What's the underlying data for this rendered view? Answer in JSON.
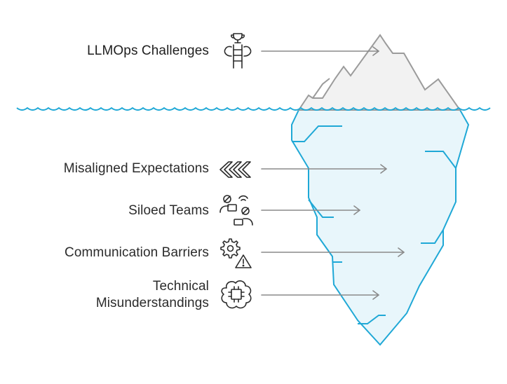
{
  "title_item": {
    "label": "LLMOps Challenges",
    "icon": "ladder-trophy-icon"
  },
  "items": [
    {
      "label": "Misaligned Expectations",
      "icon": "chevrons-left-icon"
    },
    {
      "label": "Siloed Teams",
      "icon": "separated-people-icon"
    },
    {
      "label": "Communication Barriers",
      "icon": "gear-warning-icon"
    },
    {
      "label_lines": [
        "Technical",
        "Misunderstandings"
      ],
      "icon": "chip-cloud-icon"
    }
  ],
  "colors": {
    "water_line": "#1fa8d6",
    "ice_under_fill": "#e8f6fb",
    "ice_under_stroke": "#1fa8d6",
    "ice_top_fill": "#f2f2f2",
    "ice_top_stroke": "#9b9b9b",
    "arrow": "#8a8a8a",
    "icon": "#2b2b2b"
  }
}
